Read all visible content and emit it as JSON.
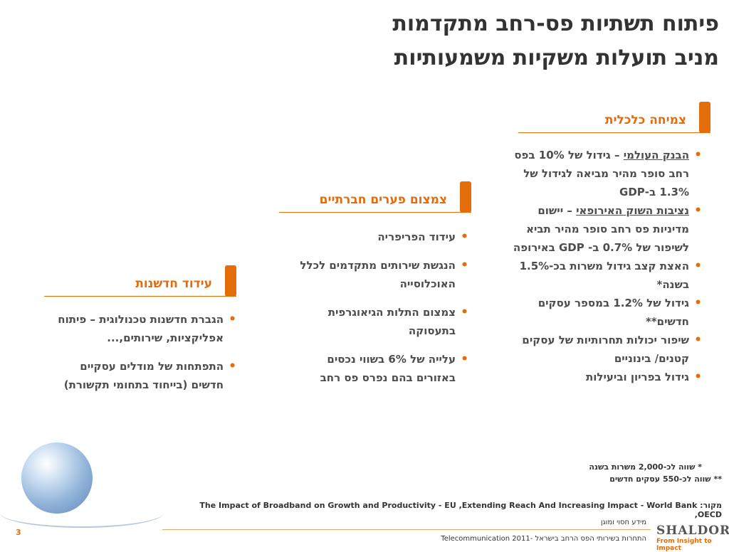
{
  "title": {
    "line1": "פיתוח תשתיות פס-רחב מתקדמות",
    "line2": "מניב תועלות משקיות משמעותיות"
  },
  "right_column": {
    "heading": "צמיחה כלכלית",
    "items": [
      {
        "prefix": "הבנק העולמי",
        "text": " – גידול של 10% בפס רחב סופר מהיר מביאה לגידול של 1.3% ב-GDP"
      },
      {
        "prefix": "נציבות השוק האירופאי",
        "text": " – יישום מדיניות פס רחב סופר מהיר תביא לשיפור של 0.7% ב- GDP באירופה"
      },
      {
        "prefix": "",
        "text": "האצת קצב גידול משרות בכ-1.5% בשנה*"
      },
      {
        "prefix": "",
        "text": "גידול של 1.2% במספר עסקים חדשים**"
      },
      {
        "prefix": "",
        "text": "שיפור יכולות תחרותיות של עסקים קטנים/ בינוניים"
      },
      {
        "prefix": "",
        "text": "גידול בפריון וביעילות"
      }
    ]
  },
  "middle_column": {
    "heading": "צמצום פערים חברתיים",
    "items": [
      "עידוד הפריפריה",
      "הנגשת שירותים מתקדמים לכלל האוכלוסייה",
      "צמצום התלות הגיאוגרפית בתעסוקה",
      "עלייה של 6% בשווי נכסים באזורים בהם נפרס פס רחב"
    ]
  },
  "left_column": {
    "heading": "עידוד חדשנות",
    "items": [
      "הגברת חדשנות טכנולוגית – פיתוח אפליקציות, שירותים,...",
      "התפתחות של מודלים עסקיים חדשים (בייחוד בתחומי תקשורת)"
    ]
  },
  "notes": {
    "note1": "* שווה לכ-2,000 משרות בשנה",
    "note2": "** שווה לכ-550 עסקים חדשים"
  },
  "source": {
    "label": "מקור:",
    "text": "The Impact of Broadband on Growth and Productivity - EU ,Extending Reach And Increasing Impact - World Bank ,OECD"
  },
  "footer": {
    "page_number": "3",
    "confidential": "מידע חסוי ומוגן",
    "bottom_line": "התחרות בשירותי הפס הרחב בישראל -Telecommunication 2011",
    "logo_main": "SHALDOR",
    "logo_sub": "From Insight to Impact"
  },
  "colors": {
    "accent": "#e46c0a",
    "text": "#4d4d4d"
  }
}
